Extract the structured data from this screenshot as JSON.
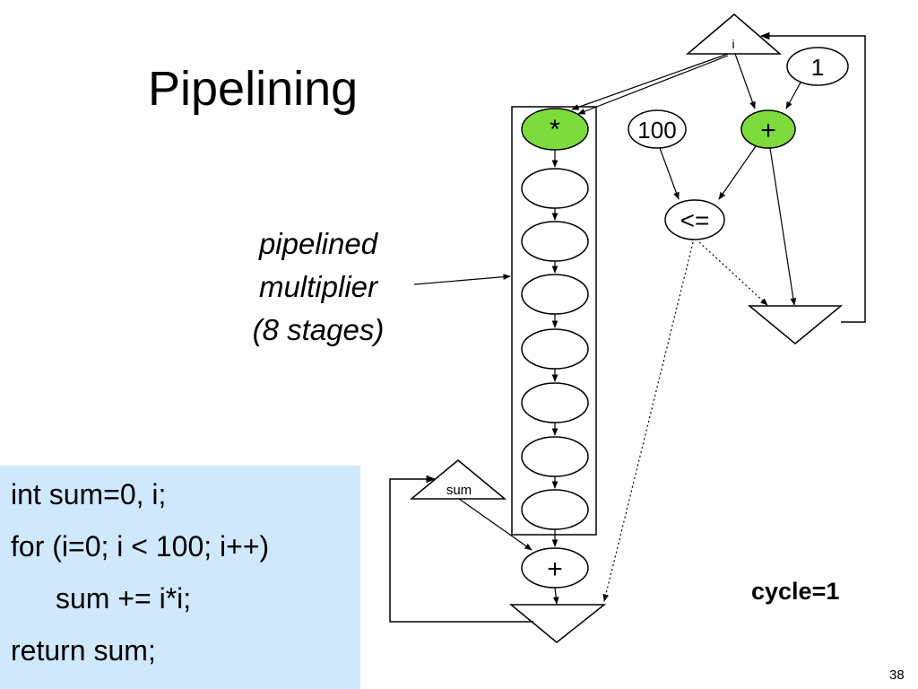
{
  "slide": {
    "title": "Pipelining",
    "page_number": "38",
    "cycle_label": "cycle=1"
  },
  "multiplier_label": {
    "line1": "pipelined",
    "line2": "multiplier",
    "line3": "(8 stages)"
  },
  "code": {
    "line1": "int sum=0, i;",
    "line2": "for (i=0; i < 100; i++)",
    "line3": "sum += i*i;",
    "line4": "return sum;"
  },
  "nodes": {
    "i_register": "i",
    "const_one": "1",
    "const_hundred": "100",
    "multiply": "*",
    "increment": "+",
    "compare": "<=",
    "sum_register": "sum",
    "accumulate": "+"
  },
  "colors": {
    "active_node": "#7ddc3c",
    "code_background": "#cfe8fb",
    "stroke": "#000000"
  }
}
